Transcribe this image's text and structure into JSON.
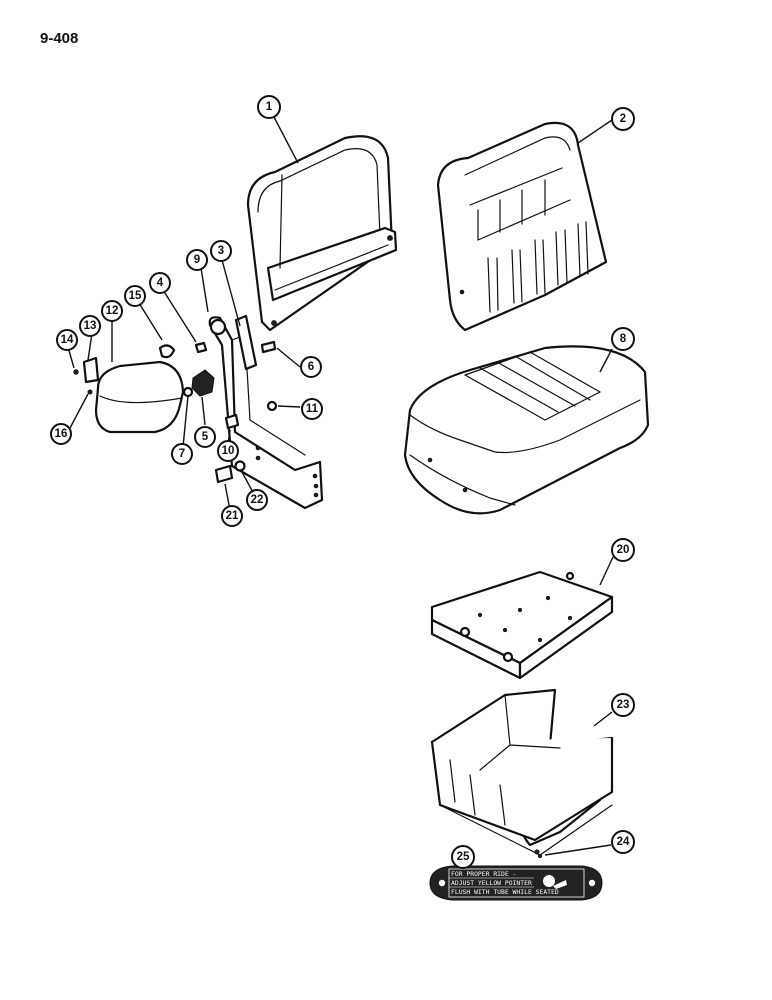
{
  "page_number": "9-408",
  "callouts": {
    "c1": "1",
    "c2": "2",
    "c3": "3",
    "c4": "4",
    "c5": "5",
    "c6": "6",
    "c7": "7",
    "c8": "8",
    "c9": "9",
    "c10": "10",
    "c11": "11",
    "c12": "12",
    "c13": "13",
    "c14": "14",
    "c15": "15",
    "c16": "16",
    "c20": "20",
    "c21": "21",
    "c22": "22",
    "c23": "23",
    "c24": "24",
    "c25": "25"
  },
  "decal": {
    "line1": "FOR PROPER RIDE -",
    "line2": "ADJUST YELLOW POINTER",
    "line3": "FLUSH WITH TUBE WHILE SEATED"
  }
}
